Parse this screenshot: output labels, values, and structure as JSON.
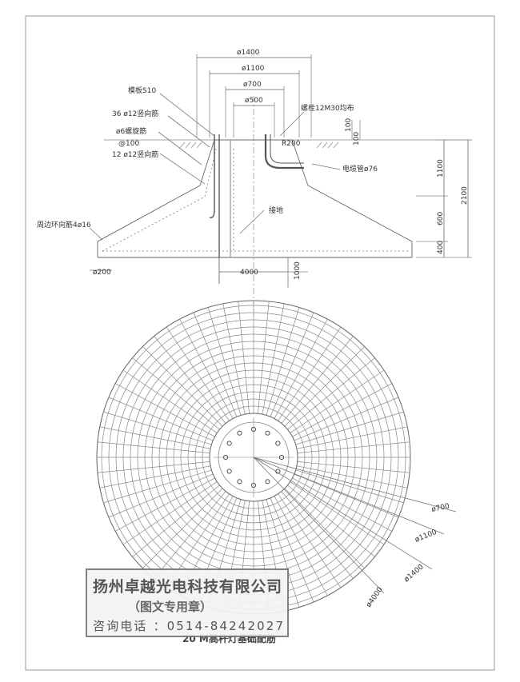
{
  "dimensions": {
    "d1400": "ø1400",
    "d1100": "ø1100",
    "d700": "ø700",
    "d500": "ø500",
    "h100a": "100",
    "h100b": "100",
    "h1100": "1100",
    "h600": "600",
    "h400": "400",
    "h2100": "2100",
    "w4000": "4000",
    "d1000": "1000",
    "w200": "ø200",
    "r200": "R200"
  },
  "labels": {
    "formwork": "模板S10",
    "vertical_bars_36": "36 ø12竖向筋",
    "spiral": "ø6螺旋筋",
    "spiral_pitch": "@100",
    "vertical_bars_12": "12 ø12竖向筋",
    "ring_bars": "周边环向筋4ø16",
    "anchor_bolts": "螺栓12M30均布",
    "cable_pipe": "电缆管ø76",
    "grounding": "接地"
  },
  "plan_labels": {
    "p700": "ø700",
    "p1100": "ø1100",
    "p1400": "ø1400",
    "p4000": "ø4000"
  },
  "stamp": {
    "company": "扬州卓越光电科技有限公司",
    "purpose": "（图文专用章）",
    "phone": "咨询电话 ：0514-84242027"
  },
  "caption": "20 M高杆灯基础配筋"
}
